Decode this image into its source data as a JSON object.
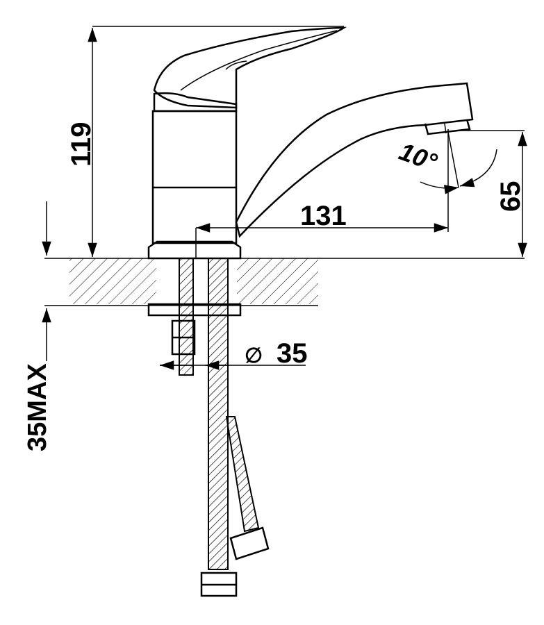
{
  "dimensions": {
    "height_total": "119",
    "spout_reach": "131",
    "outlet_height": "65",
    "spout_angle": "10°",
    "hole_diameter_symbol": "∅",
    "hole_diameter": "35",
    "max_counter_thickness": "35MAX"
  }
}
